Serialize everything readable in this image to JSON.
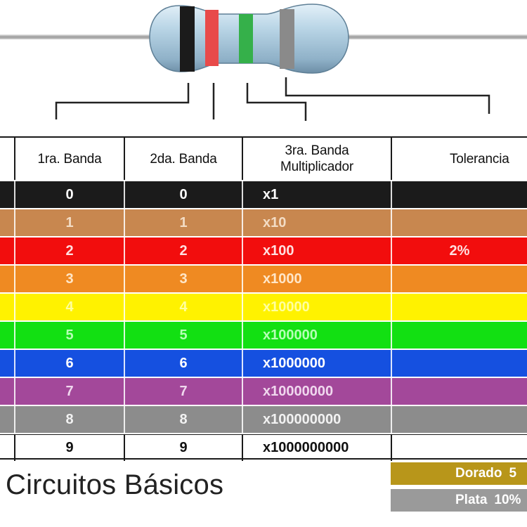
{
  "headers": {
    "band1": "1ra. Banda",
    "band2": "2da. Banda",
    "band3_line1": "3ra. Banda",
    "band3_line2": "Multiplicador",
    "tolerance": "Tolerancia"
  },
  "rows": [
    {
      "color": "#1b1b1b",
      "text_color": "#ffffff",
      "band1": "0",
      "band2": "0",
      "multiplier": "x1",
      "tolerance": ""
    },
    {
      "color": "#c8874f",
      "text_color": "#f3dcc4",
      "band1": "1",
      "band2": "1",
      "multiplier": "x10",
      "tolerance": ""
    },
    {
      "color": "#f20d0d",
      "text_color": "#ffe0e0",
      "band1": "2",
      "band2": "2",
      "multiplier": "x100",
      "tolerance": "2%"
    },
    {
      "color": "#ef8a22",
      "text_color": "#ffe6c8",
      "band1": "3",
      "band2": "3",
      "multiplier": "x1000",
      "tolerance": ""
    },
    {
      "color": "#fff200",
      "text_color": "#ffffa0",
      "band1": "4",
      "band2": "4",
      "multiplier": "x10000",
      "tolerance": ""
    },
    {
      "color": "#12e012",
      "text_color": "#b6ffb6",
      "band1": "5",
      "band2": "5",
      "multiplier": "x100000",
      "tolerance": ""
    },
    {
      "color": "#1550e0",
      "text_color": "#ffffff",
      "band1": "6",
      "band2": "6",
      "multiplier": "x1000000",
      "tolerance": ""
    },
    {
      "color": "#a3489a",
      "text_color": "#f0d8ee",
      "band1": "7",
      "band2": "7",
      "multiplier": "x10000000",
      "tolerance": ""
    },
    {
      "color": "#8c8c8c",
      "text_color": "#f2f2f2",
      "band1": "8",
      "band2": "8",
      "multiplier": "x100000000",
      "tolerance": ""
    },
    {
      "color": "#ffffff",
      "text_color": "#111111",
      "band1": "9",
      "band2": "9",
      "multiplier": "x1000000000",
      "tolerance": ""
    }
  ],
  "extra_tolerances": [
    {
      "label": "Dorado",
      "value": "5",
      "color": "#b8961a"
    },
    {
      "label": "Plata",
      "value": "10%",
      "color": "#9a9a9a"
    }
  ],
  "brand": "Circuitos Básicos",
  "resistor": {
    "band_colors": [
      "#1b1b1b",
      "#e84a4a",
      "#35b04a",
      "#8a8a8a"
    ],
    "body_color": "#a9c9dc"
  }
}
